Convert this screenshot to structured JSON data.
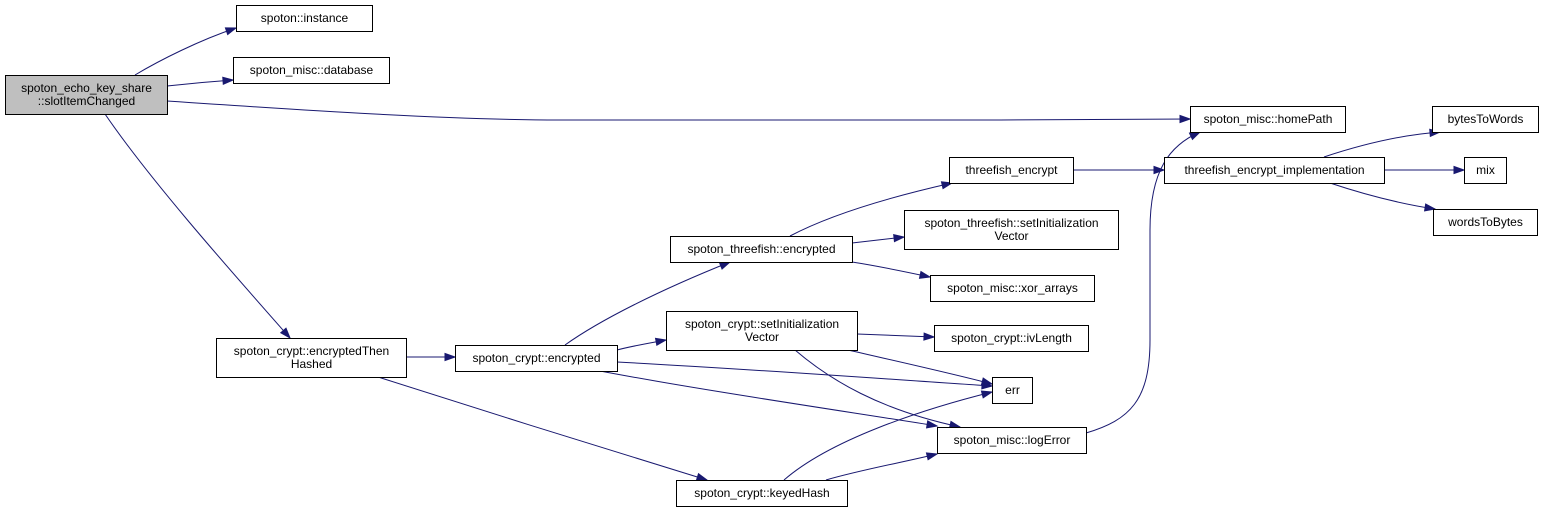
{
  "diagram": {
    "nodes": [
      {
        "id": "root",
        "lines": [
          "spoton_echo_key_share",
          "::slotItemChanged"
        ],
        "highlighted": true
      },
      {
        "id": "instance",
        "lines": [
          "spoton::instance"
        ]
      },
      {
        "id": "database",
        "lines": [
          "spoton_misc::database"
        ]
      },
      {
        "id": "homePath",
        "lines": [
          "spoton_misc::homePath"
        ]
      },
      {
        "id": "encryptedThenHashed",
        "lines": [
          "spoton_crypt::encryptedThen",
          "Hashed"
        ]
      },
      {
        "id": "crypt_encrypted",
        "lines": [
          "spoton_crypt::encrypted"
        ]
      },
      {
        "id": "tf_encrypted",
        "lines": [
          "spoton_threefish::encrypted"
        ]
      },
      {
        "id": "threefish_encrypt",
        "lines": [
          "threefish_encrypt"
        ]
      },
      {
        "id": "tf_setIV",
        "lines": [
          "spoton_threefish::setInitialization",
          "Vector"
        ]
      },
      {
        "id": "xor_arrays",
        "lines": [
          "spoton_misc::xor_arrays"
        ]
      },
      {
        "id": "crypt_setIV",
        "lines": [
          "spoton_crypt::setInitialization",
          "Vector"
        ]
      },
      {
        "id": "ivLength",
        "lines": [
          "spoton_crypt::ivLength"
        ]
      },
      {
        "id": "err",
        "lines": [
          "err"
        ]
      },
      {
        "id": "logError",
        "lines": [
          "spoton_misc::logError"
        ]
      },
      {
        "id": "keyedHash",
        "lines": [
          "spoton_crypt::keyedHash"
        ]
      },
      {
        "id": "tf_impl",
        "lines": [
          "threefish_encrypt_implementation"
        ]
      },
      {
        "id": "bytesToWords",
        "lines": [
          "bytesToWords"
        ]
      },
      {
        "id": "mix",
        "lines": [
          "mix"
        ]
      },
      {
        "id": "wordsToBytes",
        "lines": [
          "wordsToBytes"
        ]
      }
    ],
    "edges": [
      {
        "from": "root",
        "to": "instance"
      },
      {
        "from": "root",
        "to": "database"
      },
      {
        "from": "root",
        "to": "homePath"
      },
      {
        "from": "root",
        "to": "encryptedThenHashed"
      },
      {
        "from": "encryptedThenHashed",
        "to": "crypt_encrypted"
      },
      {
        "from": "encryptedThenHashed",
        "to": "keyedHash"
      },
      {
        "from": "crypt_encrypted",
        "to": "tf_encrypted"
      },
      {
        "from": "crypt_encrypted",
        "to": "crypt_setIV"
      },
      {
        "from": "crypt_encrypted",
        "to": "err"
      },
      {
        "from": "crypt_encrypted",
        "to": "logError"
      },
      {
        "from": "tf_encrypted",
        "to": "threefish_encrypt"
      },
      {
        "from": "tf_encrypted",
        "to": "tf_setIV"
      },
      {
        "from": "tf_encrypted",
        "to": "xor_arrays"
      },
      {
        "from": "crypt_setIV",
        "to": "ivLength"
      },
      {
        "from": "crypt_setIV",
        "to": "err"
      },
      {
        "from": "crypt_setIV",
        "to": "logError"
      },
      {
        "from": "keyedHash",
        "to": "err"
      },
      {
        "from": "keyedHash",
        "to": "logError"
      },
      {
        "from": "logError",
        "to": "homePath"
      },
      {
        "from": "threefish_encrypt",
        "to": "tf_impl"
      },
      {
        "from": "tf_impl",
        "to": "bytesToWords"
      },
      {
        "from": "tf_impl",
        "to": "mix"
      },
      {
        "from": "tf_impl",
        "to": "wordsToBytes"
      }
    ]
  },
  "colors": {
    "edge": "#191970",
    "root_fill": "#bfbfbf",
    "node_fill": "#ffffff",
    "node_border": "#000000"
  }
}
